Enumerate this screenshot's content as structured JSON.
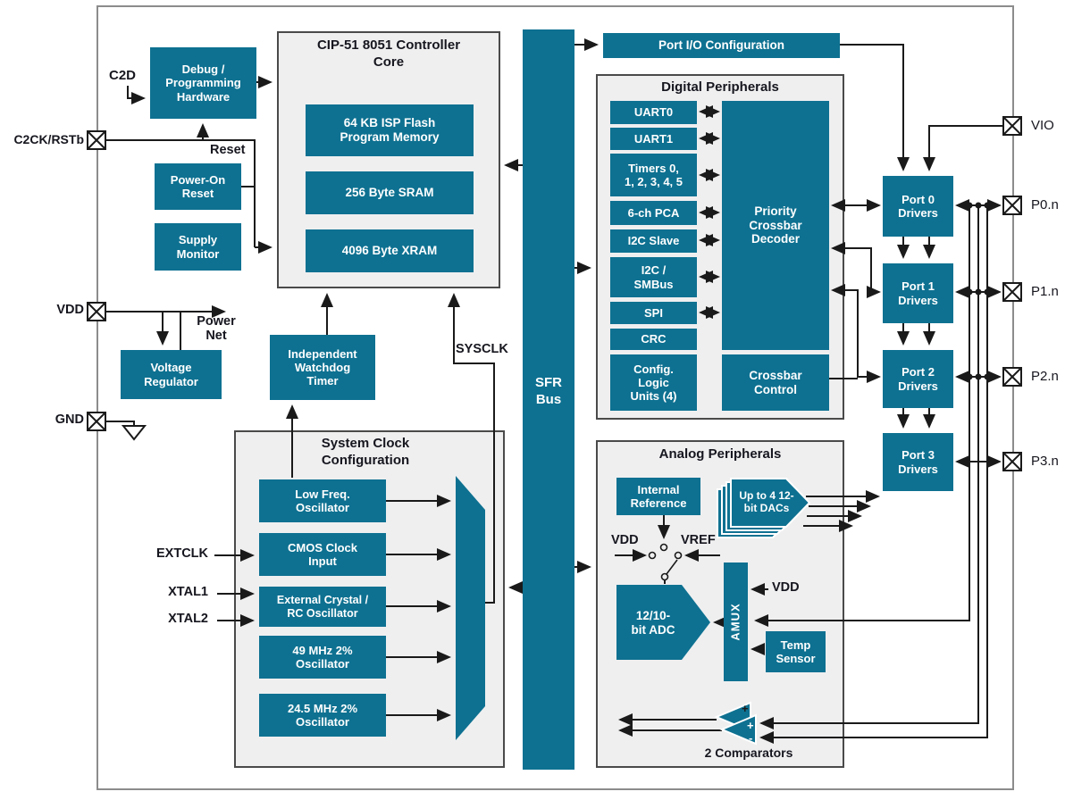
{
  "colors": {
    "teal": "#0E7191",
    "line": "#1a1a1a",
    "container_fill": "#efeff0",
    "container_border": "#4a4a4a",
    "outer_border": "#8c8c8c",
    "text_dark": "#16161f"
  },
  "containers": {
    "cip51": "CIP-51 8051 Controller\nCore",
    "digital": "Digital Peripherals",
    "analog": "Analog Peripherals",
    "sysclk": "System Clock\nConfiguration"
  },
  "blocks": {
    "debug": "Debug /\nProgramming\nHardware",
    "power_on_reset": "Power-On\nReset",
    "supply_monitor": "Supply\nMonitor",
    "voltage_regulator": "Voltage\nRegulator",
    "watchdog": "Independent\nWatchdog\nTimer",
    "flash": "64 KB ISP Flash\nProgram Memory",
    "sram": "256 Byte SRAM",
    "xram": "4096 Byte XRAM",
    "port_io": "Port I/O Configuration",
    "decoder": "Priority\nCrossbar\nDecoder",
    "crossbar_control": "Crossbar\nControl",
    "sfr_bus": "SFR\nBus",
    "internal_reference": "Internal\nReference",
    "dacs": "Up to 4 12-\nbit DACs",
    "adc": "12/10-\nbit ADC",
    "amux": "AMUX",
    "temp_sensor": "Temp\nSensor"
  },
  "digital_peripherals": [
    "UART0",
    "UART1",
    "Timers 0,\n1, 2, 3, 4, 5",
    "6-ch PCA",
    "I2C Slave",
    "I2C /\nSMBus",
    "SPI",
    "CRC",
    "Config.\nLogic\nUnits (4)"
  ],
  "oscillators": [
    "Low Freq.\nOscillator",
    "CMOS Clock\nInput",
    "External Crystal /\nRC Oscillator",
    "49 MHz 2%\nOscillator",
    "24.5 MHz 2%\nOscillator"
  ],
  "ports": [
    "Port 0\nDrivers",
    "Port 1\nDrivers",
    "Port 2\nDrivers",
    "Port 3\nDrivers"
  ],
  "labels": {
    "c2d": "C2D",
    "c2ck_rstb": "C2CK/RSTb",
    "reset": "Reset",
    "vdd": "VDD",
    "gnd": "GND",
    "power_net": "Power\nNet",
    "sysclk": "SYSCLK",
    "extclk": "EXTCLK",
    "xtal1": "XTAL1",
    "xtal2": "XTAL2",
    "vio": "VIO",
    "p0n": "P0.n",
    "p1n": "P1.n",
    "p2n": "P2.n",
    "p3n": "P3.n",
    "vdd_switch": "VDD",
    "vref": "VREF",
    "vdd_amux": "VDD",
    "comparators": "2 Comparators",
    "comp_plus_upper": "+",
    "comp_plus_lower": "+",
    "comp_minus_lower": "-"
  }
}
